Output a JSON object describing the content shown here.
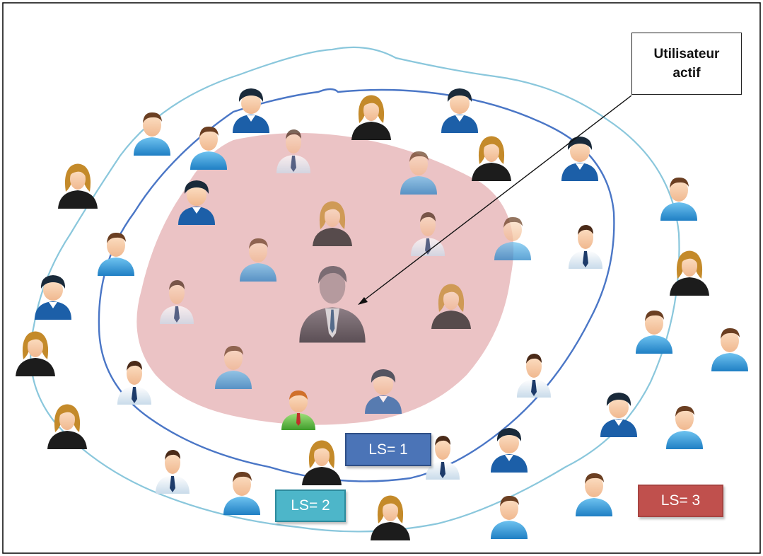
{
  "callout": {
    "line1": "Utilisateur",
    "line2": "actif"
  },
  "levels": [
    {
      "label": "LS= 1",
      "color": "#4b74b7"
    },
    {
      "label": "LS= 2",
      "color": "#4db6c9"
    },
    {
      "label": "LS= 3",
      "color": "#c0504d"
    }
  ],
  "colors": {
    "inner_zone": "#e8b8bb",
    "ring_1": "#4a76c6",
    "ring_2": "#8ac7dc",
    "arrow": "#111111"
  },
  "icons": {
    "active_user": "businessman-icon",
    "people": [
      "man-icon",
      "woman-icon",
      "man-tie-icon",
      "man-cap-icon",
      "green-man-icon"
    ]
  }
}
